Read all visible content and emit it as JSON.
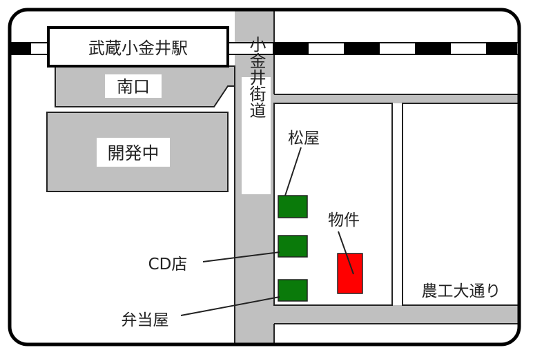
{
  "map": {
    "station": "武蔵小金井駅",
    "south_exit": "南口",
    "development_area": "開発中",
    "main_street": "小金井街道",
    "side_street": "農工大通り",
    "landmarks": [
      {
        "label": "松屋",
        "type": "shop"
      },
      {
        "label": "CD店",
        "type": "shop"
      },
      {
        "label": "弁当屋",
        "type": "shop"
      }
    ],
    "property": "物件",
    "colors": {
      "road": "#c0c0c0",
      "shop": "#0a7a0a",
      "property": "#ff0000",
      "frame": "#000000"
    }
  }
}
